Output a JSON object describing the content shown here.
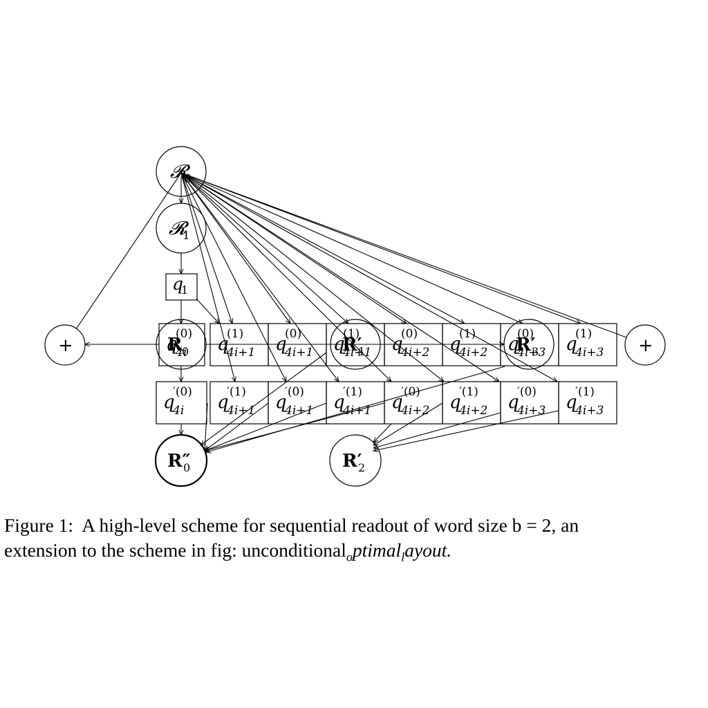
{
  "nodes": {
    "r0": "𝓡",
    "r0_sub": "0",
    "r1": "𝓡",
    "r1_sub": "1",
    "q1": "q",
    "q1_sub": "1",
    "plus_left": "+",
    "plus_right": "+",
    "rbig0": "R",
    "rbig0_sub": "0",
    "rbig1": "R′",
    "rbig1_sub": "1",
    "rbig3": "R′",
    "rbig3_sub": "3",
    "rout0": "R″",
    "rout0_sub": "0",
    "rout2": "R′",
    "rout2_sub": "2"
  },
  "row1": [
    {
      "base": "q",
      "sup": "(0)",
      "sub": "4i"
    },
    {
      "base": "q",
      "sup": "(1)",
      "sub": "4i+1"
    },
    {
      "base": "q",
      "sup": "(0)",
      "sub": "4i+1"
    },
    {
      "base": "q",
      "sup": "(1)",
      "sub": "4i+1"
    },
    {
      "base": "q",
      "sup": "(0)",
      "sub": "4i+2"
    },
    {
      "base": "q",
      "sup": "(1)",
      "sub": "4i+2"
    },
    {
      "base": "q",
      "sup": "(0)",
      "sub": "4i+3"
    },
    {
      "base": "q",
      "sup": "(1)",
      "sub": "4i+3"
    }
  ],
  "row2": [
    {
      "base": "q",
      "sup": "′(0)",
      "sub": "4i"
    },
    {
      "base": "q",
      "sup": "′(1)",
      "sub": "4i+1"
    },
    {
      "base": "q",
      "sup": "′(0)",
      "sub": "4i+1"
    },
    {
      "base": "q",
      "sup": "′(1)",
      "sub": "4i+1"
    },
    {
      "base": "q",
      "sup": "′(0)",
      "sub": "4i+2"
    },
    {
      "base": "q",
      "sup": "′(1)",
      "sub": "4i+2"
    },
    {
      "base": "q",
      "sup": "′(0)",
      "sub": "4i+3"
    },
    {
      "base": "q",
      "sup": "′(1)",
      "sub": "4i+3"
    }
  ],
  "caption": {
    "line1": "Figure 1:  A high-level scheme for sequential readout of word size b = 2, an",
    "line2": "extension to the scheme in fig: unconditional",
    "line2_sub1": "o",
    "line2_mid": "ptimal",
    "line2_sub2": "l",
    "line2_end": "ayout."
  }
}
